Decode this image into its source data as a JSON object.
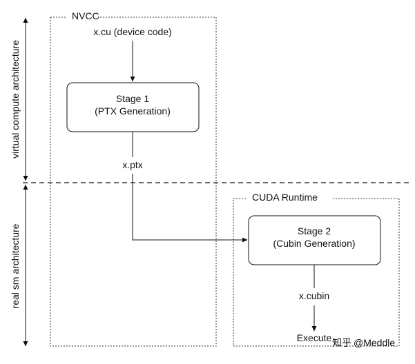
{
  "regions": {
    "nvcc_label": "NVCC",
    "cuda_runtime_label": "CUDA Runtime"
  },
  "axis_labels": {
    "virtual": "virtual compute architecture",
    "real": "real sm architecture"
  },
  "nodes": {
    "input_file": "x.cu (device code)",
    "stage1_title": "Stage 1",
    "stage1_subtitle": "(PTX Generation)",
    "ptx_file": "x.ptx",
    "stage2_title": "Stage 2",
    "stage2_subtitle": "(Cubin Generation)",
    "cubin_file": "x.cubin",
    "execute": "Execute"
  },
  "watermark": {
    "brand": "知乎",
    "handle": "@Meddle"
  },
  "icons": {
    "arrowhead": "arrowhead-icon",
    "double_arrow": "double-headed-arrow-icon"
  }
}
